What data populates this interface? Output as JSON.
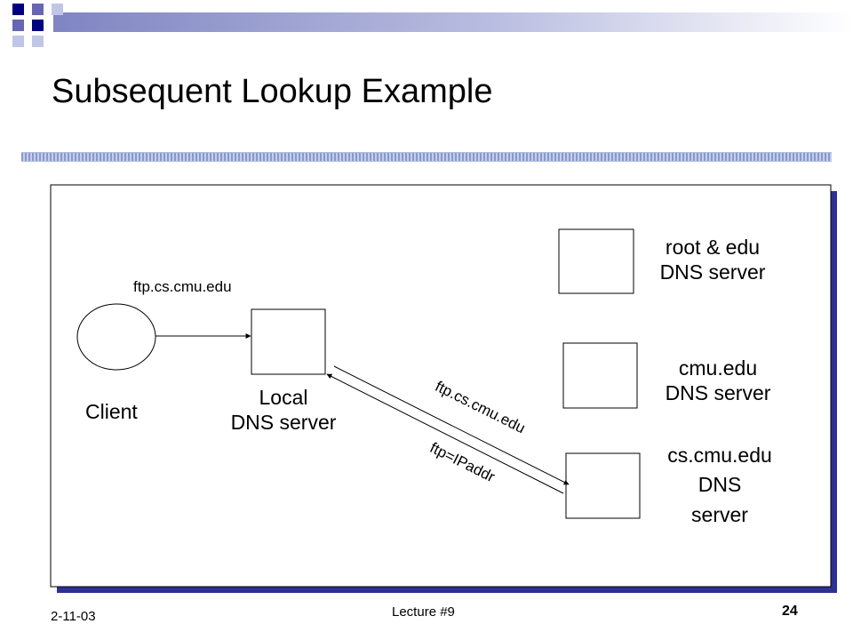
{
  "slide": {
    "title": "Subsequent Lookup Example",
    "date": "2-11-03",
    "lecture": "Lecture #9",
    "page_number": "24"
  },
  "diagram": {
    "client_label": "Client",
    "query_label": "ftp.cs.cmu.edu",
    "local_server": {
      "line1": "Local",
      "line2": "DNS server"
    },
    "root_server": {
      "line1": "root & edu",
      "line2": "DNS server"
    },
    "cmu_server": {
      "line1": "cmu.edu",
      "line2": "DNS server"
    },
    "cs_server": {
      "line1": "cs.cmu.edu",
      "line2": "DNS",
      "line3": "server"
    },
    "request_label": "ftp.cs.cmu.edu",
    "reply_label": "ftp=IPaddr"
  },
  "colors": {
    "accent_navy": "#000080",
    "accent_purple": "#6666b3",
    "accent_light": "#c0c6e6",
    "frame_shadow": "#2e3192"
  }
}
